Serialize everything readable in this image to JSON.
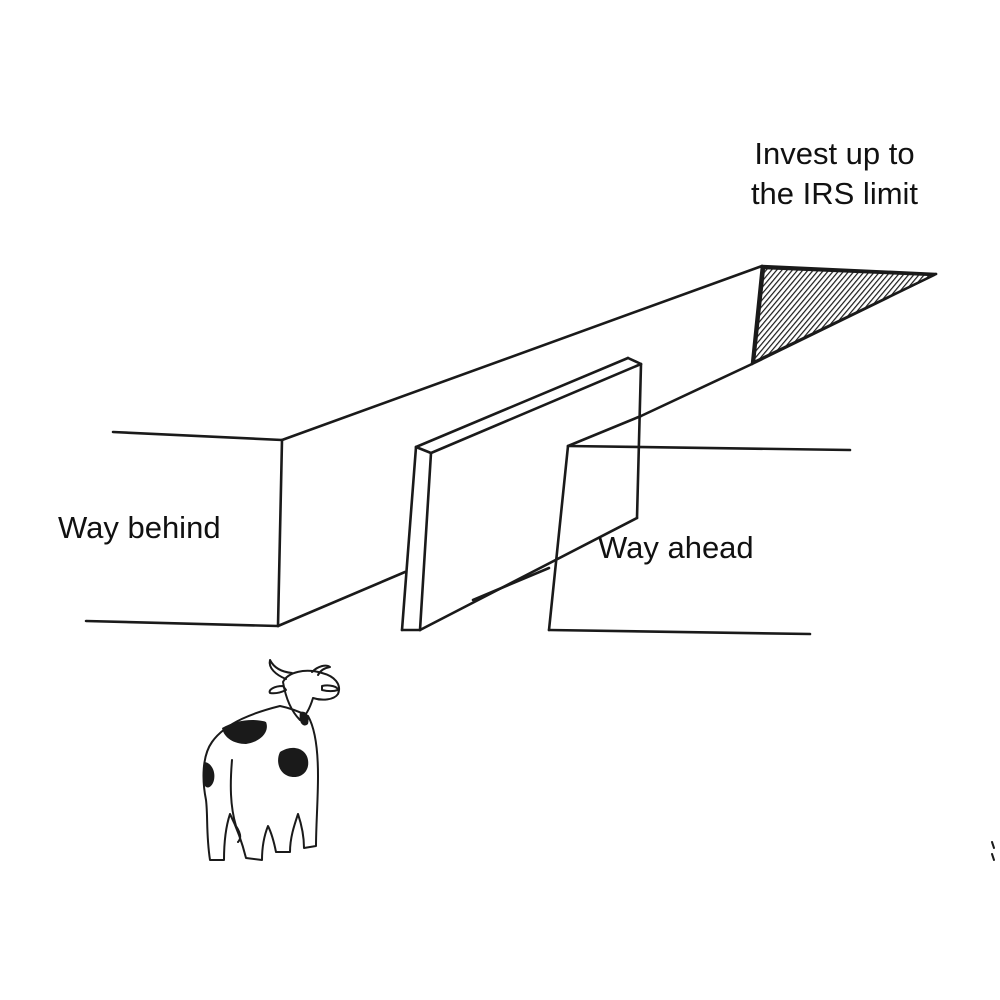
{
  "labels": {
    "irs_limit_line1": "Invest up to",
    "irs_limit_line2": "the IRS limit",
    "way_behind": "Way behind",
    "way_ahead": "Way ahead"
  },
  "colors": {
    "ink": "#1a1a1a",
    "background": "#ffffff",
    "shadow": "#2b2b2b"
  },
  "illustration": {
    "subject": "cow facing three maze paths",
    "icons": [
      "cow-icon",
      "maze-wall-icon"
    ]
  }
}
